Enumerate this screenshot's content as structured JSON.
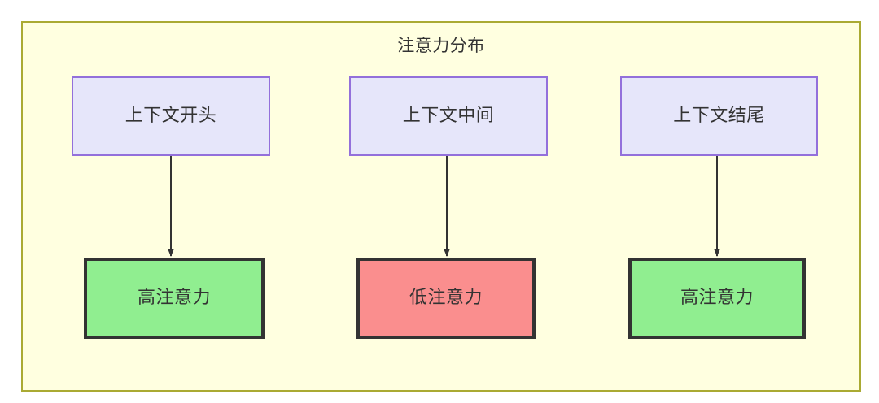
{
  "diagram": {
    "title": "注意力分布",
    "container": {
      "background_color": "#ffffe0",
      "border_color": "#aaaa33"
    },
    "nodes": {
      "context": [
        {
          "id": "context-start",
          "label": "上下文开头",
          "fill": "#e6e6fa",
          "stroke": "#9370db"
        },
        {
          "id": "context-middle",
          "label": "上下文中间",
          "fill": "#e6e6fa",
          "stroke": "#9370db"
        },
        {
          "id": "context-end",
          "label": "上下文结尾",
          "fill": "#e6e6fa",
          "stroke": "#9370db"
        }
      ],
      "attention": [
        {
          "id": "attention-start",
          "label": "高注意力",
          "fill": "#90ee90",
          "stroke": "#333333"
        },
        {
          "id": "attention-middle",
          "label": "低注意力",
          "fill": "#fa8e8e",
          "stroke": "#333333"
        },
        {
          "id": "attention-end",
          "label": "高注意力",
          "fill": "#90ee90",
          "stroke": "#333333"
        }
      ]
    },
    "edges": [
      {
        "from": "context-start",
        "to": "attention-start",
        "color": "#333333"
      },
      {
        "from": "context-middle",
        "to": "attention-middle",
        "color": "#333333"
      },
      {
        "from": "context-end",
        "to": "attention-end",
        "color": "#333333"
      }
    ]
  }
}
